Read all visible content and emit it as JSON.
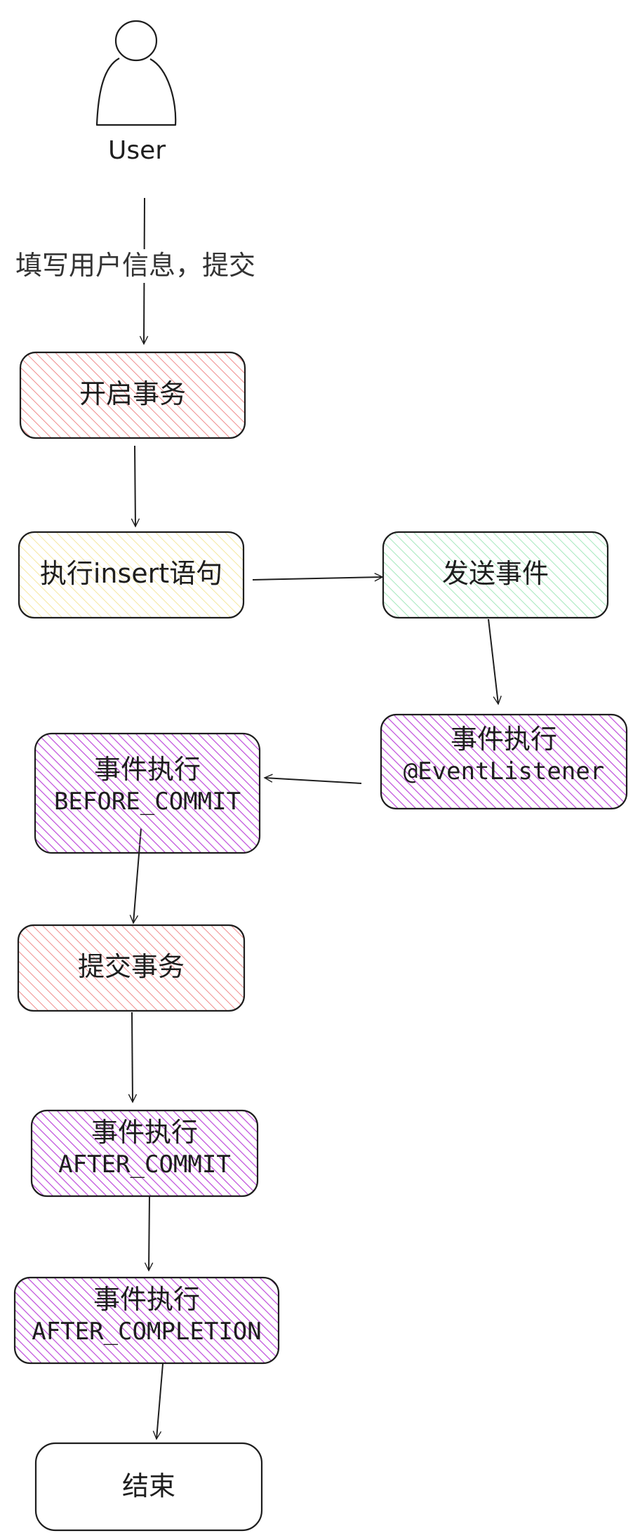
{
  "actor": {
    "label": "User"
  },
  "edge_labels": {
    "user_submit": "填写用户信息，提交"
  },
  "nodes": {
    "begin_tx": {
      "line1": "开启事务",
      "fill": "#ffc9c9"
    },
    "exec_insert": {
      "line1": "执行insert语句",
      "fill": "#fff3bf"
    },
    "publish_event": {
      "line1": "发送事件",
      "fill": "#b2f2bb"
    },
    "event_listener": {
      "line1": "事件执行",
      "line2": "@EventListener",
      "fill": "#be4bdb"
    },
    "before_commit": {
      "line1": "事件执行",
      "line2": "BEFORE_COMMIT",
      "fill": "#be4bdb"
    },
    "commit_tx": {
      "line1": "提交事务",
      "fill": "#ffc9c9"
    },
    "after_commit": {
      "line1": "事件执行",
      "line2": "AFTER_COMMIT",
      "fill": "#be4bdb"
    },
    "after_completion": {
      "line1": "事件执行",
      "line2": "AFTER_COMPLETION",
      "fill": "#be4bdb"
    },
    "end": {
      "line1": "结束",
      "fill": "#ffffff"
    }
  },
  "stroke_color": "#1e1e1e"
}
